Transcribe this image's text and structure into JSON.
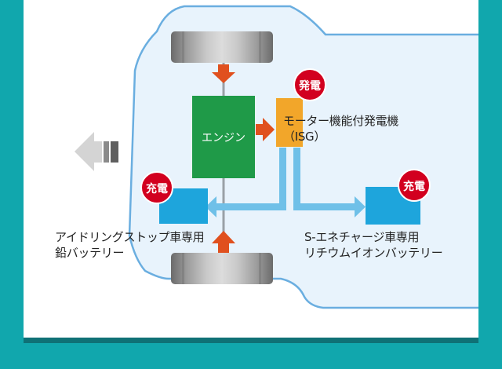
{
  "engine_label": "エンジン",
  "motor_label_line1": "モーター機能付発電機",
  "motor_label_line2": "（ISG）",
  "lead_battery_line1": "アイドリングストップ車専用",
  "lead_battery_line2": "鉛バッテリー",
  "lithium_battery_line1": "S-エネチャージ車専用",
  "lithium_battery_line2": "リチウムイオンバッテリー",
  "badge_generate": "発電",
  "badge_charge": "充電",
  "colors": {
    "background": "#11a7ad",
    "car_fill": "#e8f3fc",
    "car_outline": "#6aaee0",
    "engine": "#1f9a48",
    "isg": "#f2a62a",
    "battery": "#1ea5dc",
    "badge": "#d2001f",
    "power_arrow": "#e0501e",
    "flow_arrow": "#6fc0e8"
  }
}
